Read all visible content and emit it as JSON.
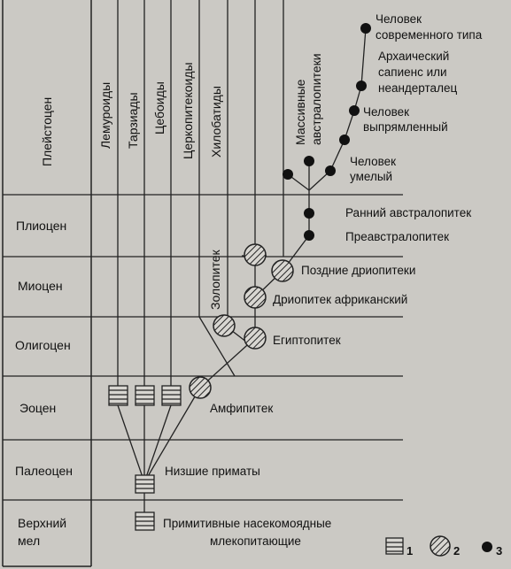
{
  "eras": {
    "pleistocene": "Плейстоцен",
    "pliocene": "Плиоцен",
    "miocene": "Миоцен",
    "oligocene": "Олигоцен",
    "eocene": "Эоцен",
    "paleocene": "Палеоцен",
    "upper_cretaceous_l1": "Верхний",
    "upper_cretaceous_l2": "мел"
  },
  "lineages": {
    "lemuroids": "Лемуроиды",
    "tarsiers": "Тарзиады",
    "cebids": "Цебоиды",
    "cercopithecoids": "Церкопитекоиды",
    "hylobatids": "Хилобатиды",
    "zolopitek": "Золопитек",
    "robust_l1": "Массивные",
    "robust_l2": "австралопитеки"
  },
  "nodes": {
    "modern_l1": "Человек",
    "modern_l2": "современного типа",
    "archaic_l1": "Архаический",
    "archaic_l2": "сапиенс или",
    "archaic_l3": "неандерталец",
    "erectus_l1": "Человек",
    "erectus_l2": "выпрямленный",
    "habilis_l1": "Человек",
    "habilis_l2": "умелый",
    "early_australopith": "Ранний австралопитек",
    "preaustralopith": "Преавстралопитек",
    "late_dryopith": "Поздние дриопитеки",
    "african_dryopith": "Дриопитек африканский",
    "egyptopith": "Египтопитек",
    "amphipith": "Амфипитек",
    "lower_primates": "Низшие приматы",
    "insectivores_l1": "Примитивные насекомоядные",
    "insectivores_l2": "млекопитающие"
  },
  "legend": {
    "item1": "1",
    "item2": "2",
    "item3": "3"
  }
}
